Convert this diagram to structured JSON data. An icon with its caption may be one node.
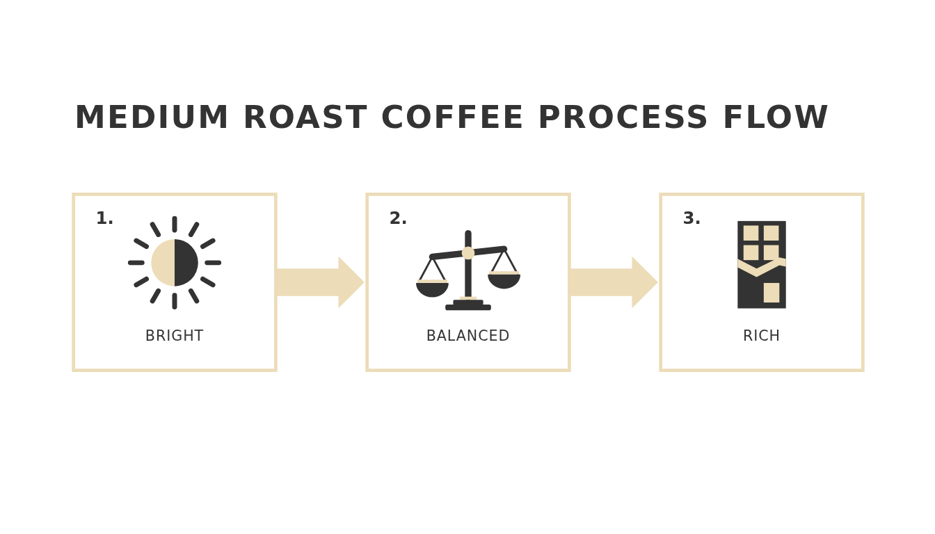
{
  "diagram": {
    "title": "MEDIUM ROAST COFFEE PROCESS FLOW",
    "nodes": [
      {
        "text": [
          "1.",
          "BRIGHT"
        ]
      },
      {
        "text": [
          "2.",
          "BALANCED"
        ]
      },
      {
        "text": [
          "3.",
          "RICH"
        ]
      }
    ],
    "edges": [
      {
        "from": 0,
        "to": 1,
        "arrow": "to"
      },
      {
        "from": 1,
        "to": 2,
        "arrow": "to"
      }
    ]
  }
}
